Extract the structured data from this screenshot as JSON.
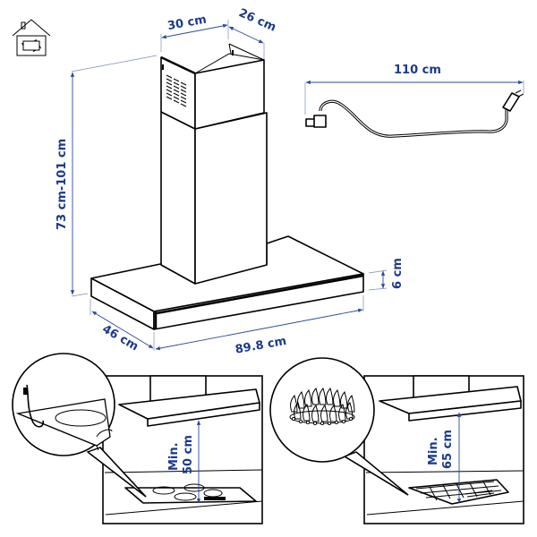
{
  "diagram": {
    "title_icon": "home-installation-icon",
    "colors": {
      "dimension_blue": "#1a3a8c",
      "line_black": "#000000",
      "background": "#ffffff"
    },
    "hood_dimensions": {
      "chimney_width": "30 cm",
      "chimney_depth": "26 cm",
      "height_range": "73 cm-101 cm",
      "canopy_thickness": "6 cm",
      "canopy_depth": "46 cm",
      "canopy_width": "89.8 cm"
    },
    "power_cord": {
      "length": "110 cm"
    },
    "installation_electric": {
      "label_line1": "Min.",
      "label_line2": "50 cm",
      "hob_type": "electric-hob"
    },
    "installation_gas": {
      "label_line1": "Min.",
      "label_line2": "65 cm",
      "hob_type": "gas-hob"
    }
  }
}
